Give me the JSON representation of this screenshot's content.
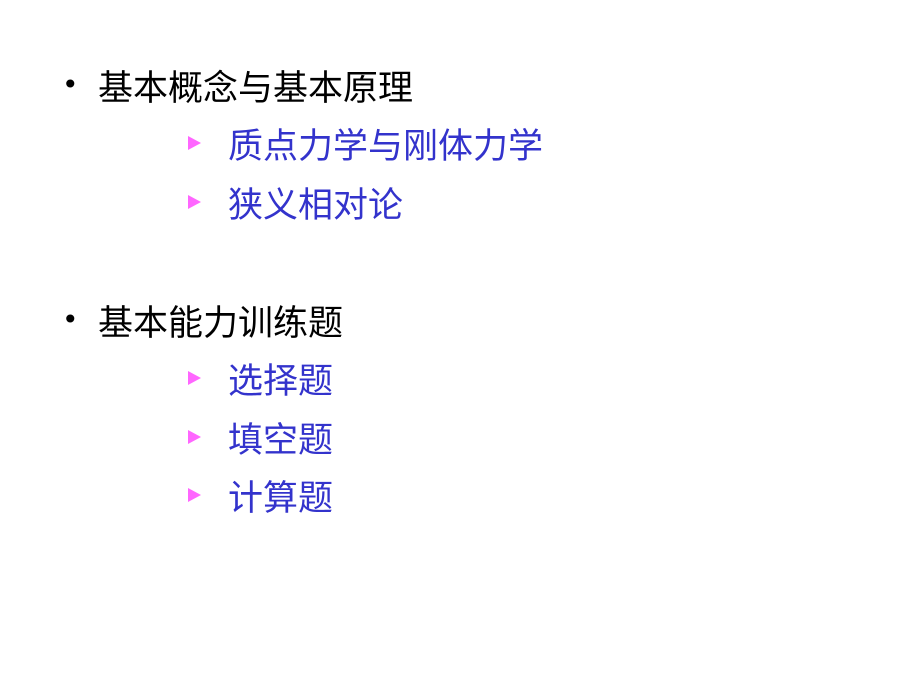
{
  "slide": {
    "sections": [
      {
        "title": "基本概念与基本原理",
        "items": [
          "质点力学与刚体力学",
          "狭义相对论"
        ]
      },
      {
        "title": "基本能力训练题",
        "items": [
          "选择题",
          "填空题",
          "计算题"
        ]
      }
    ],
    "icons": {
      "level1": "bullet-dot",
      "level2": "triangle-right"
    },
    "colors": {
      "level1_text": "#000000",
      "level2_text": "#3333cc",
      "level2_marker": "#ff66ff"
    }
  }
}
